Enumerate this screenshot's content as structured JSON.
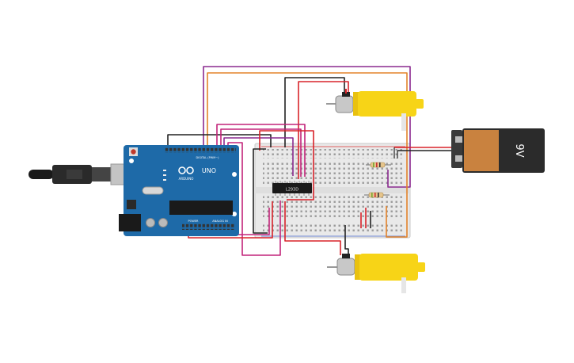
{
  "arduino": {
    "brand": "ARDUINO",
    "model": "UNO",
    "digital_header_label": "DIGITAL (PWM~)",
    "power_header_label": "POWER",
    "analog_header_label": "ANALOG IN",
    "board_color": "#1e6aa8"
  },
  "driver_chip": {
    "label": "L293D"
  },
  "battery": {
    "label": "9V",
    "body_color": "#c9823f",
    "cap_color": "#2b2b2b"
  },
  "motor": {
    "gearbox_color": "#f7d417",
    "can_color": "#c8c8c8"
  },
  "wire_colors": {
    "red": "#d8232a",
    "black": "#222222",
    "purple": "#8a2a8f",
    "orange": "#e3832a",
    "magenta": "#c2247a"
  }
}
